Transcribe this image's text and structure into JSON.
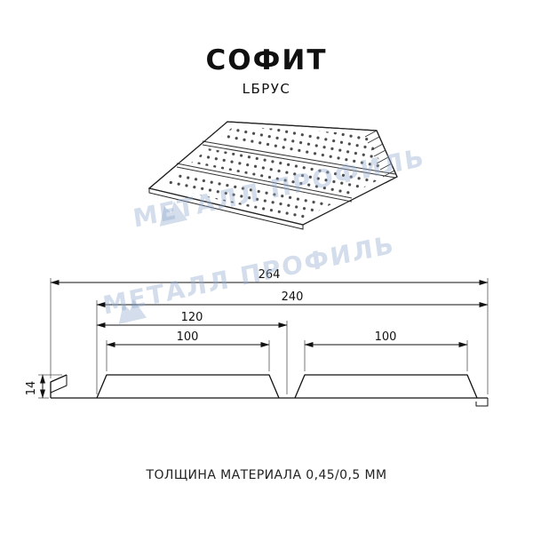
{
  "header": {
    "title": "СОФИТ",
    "subtitle": "LБРУС"
  },
  "watermark": {
    "text": "МЕТАЛЛ ПРОФИЛЬ",
    "logo_icon": "metall-profil-mountain-logo",
    "color": "#96aed0"
  },
  "illustration": {
    "panel_icon": "perforated-soffit-panel-perspective"
  },
  "drawing": {
    "line_color": "#111111",
    "dims": {
      "overall": "264",
      "working": "240",
      "module": "120",
      "plank_left": "100",
      "plank_right": "100",
      "height": "14"
    }
  },
  "footer": {
    "text": "ТОЛЩИНА МАТЕРИАЛА 0,45/0,5 ММ"
  }
}
